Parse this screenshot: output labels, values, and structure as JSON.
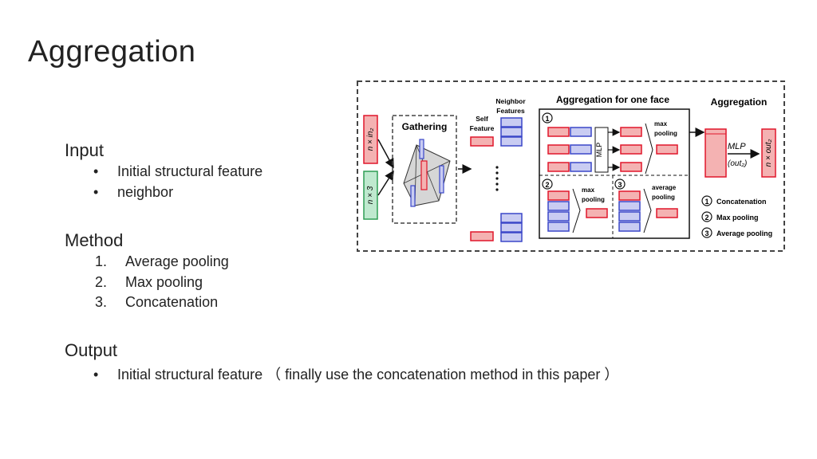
{
  "slide": {
    "title": "Aggregation",
    "input": {
      "heading": "Input",
      "bullets": [
        "Initial structural feature",
        "neighbor"
      ]
    },
    "method": {
      "heading": "Method",
      "items": [
        {
          "num": "1.",
          "text": "Average pooling"
        },
        {
          "num": "2.",
          "text": "Max pooling"
        },
        {
          "num": "3.",
          "text": "Concatenation"
        }
      ]
    },
    "output": {
      "heading": "Output",
      "bullets": [
        "Initial structural feature （ finally use the concatenation method in this paper ）"
      ]
    }
  },
  "diagram": {
    "input_top": "n × in₂",
    "input_bottom": "n × 3",
    "gathering": "Gathering",
    "self_feature_1": "Self",
    "self_feature_2": "Feature",
    "neighbor_features_1": "Neighbor",
    "neighbor_features_2": "Features",
    "aggregation_one_face": "Aggregation for one face",
    "aggregation": "Aggregation",
    "mlp_box": "MLP",
    "max_pooling_1": "max",
    "max_pooling_2": "pooling",
    "average_pooling_1": "average",
    "average_pooling_2": "pooling",
    "mlp_italic": "MLP",
    "out2": "(out₂)",
    "output": "n × out₂",
    "circle_1": "1",
    "circle_2": "2",
    "circle_3": "3",
    "legend_1": "Concatenation",
    "legend_2": "Max pooling",
    "legend_3": "Average pooling"
  },
  "colors": {
    "red_fill": "#f4b2b2",
    "red_stroke": "#e0162b",
    "blue_fill": "#c9ccf2",
    "blue_stroke": "#3a47c8",
    "green_fill": "#bfe9cf",
    "green_stroke": "#2f9e55",
    "dash": "#444444"
  }
}
